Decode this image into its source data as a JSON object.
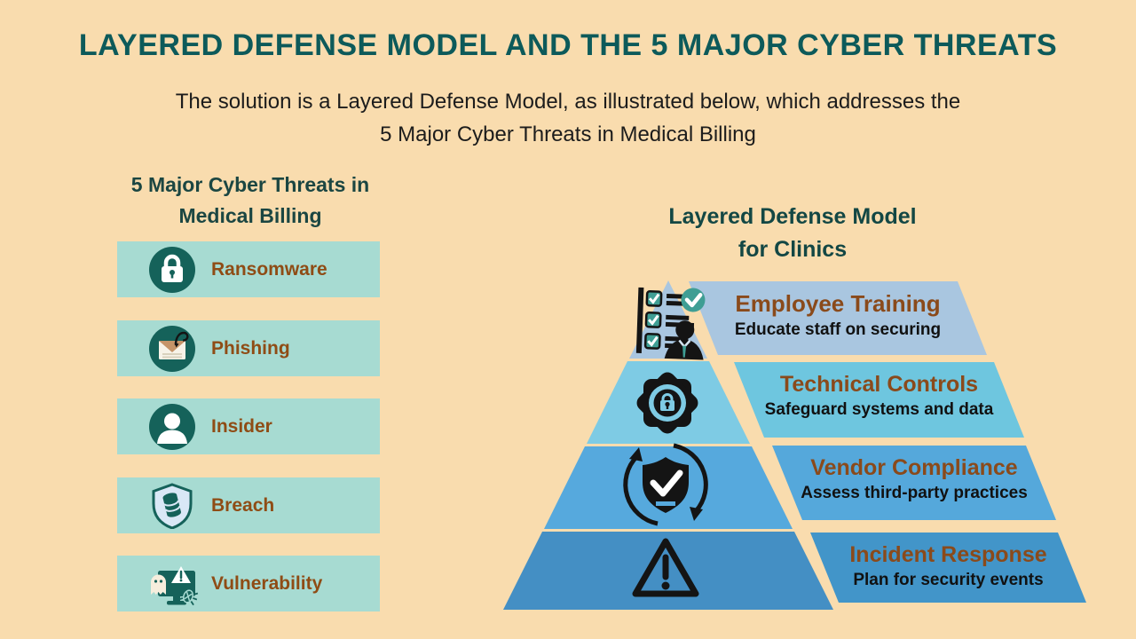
{
  "page": {
    "title": "LAYERED DEFENSE MODEL AND THE 5 MAJOR CYBER THREATS",
    "subtitle_line1": "The solution is a Layered Defense Model, as illustrated below, which addresses the",
    "subtitle_line2": "5 Major Cyber Threats in Medical Billing"
  },
  "threats_panel": {
    "heading_line1": "5 Major Cyber Threats in",
    "heading_line2": "Medical Billing",
    "items": [
      {
        "label": "Ransomware",
        "icon": "padlock-icon"
      },
      {
        "label": "Phishing",
        "icon": "phishing-hook-envelope-icon"
      },
      {
        "label": "Insider",
        "icon": "insider-person-icon"
      },
      {
        "label": "Breach",
        "icon": "breach-shield-database-icon"
      },
      {
        "label": "Vulnerability",
        "icon": "vulnerability-monitor-icon"
      }
    ]
  },
  "defense_panel": {
    "heading_line1": "Layered Defense Model",
    "heading_line2": "for Clinics",
    "layers": [
      {
        "title": "Employee Training",
        "description": "Educate staff on securing",
        "icon": "training-checklist-icon",
        "layer_color": "#a9c6e0",
        "band_color": "#a9c6e0"
      },
      {
        "title": "Technical Controls",
        "description": "Safeguard systems and data",
        "icon": "gear-lock-icon",
        "layer_color": "#7ecbe4",
        "band_color": "#6ec6df"
      },
      {
        "title": "Vendor Compliance",
        "description": "Assess third-party practices",
        "icon": "shield-check-refresh-icon",
        "layer_color": "#56a9dd",
        "band_color": "#55a8db"
      },
      {
        "title": "Incident Response",
        "description": "Plan for security events",
        "icon": "warning-triangle-icon",
        "layer_color": "#448fc4",
        "band_color": "#4295c9"
      }
    ]
  },
  "colors": {
    "background": "#f9dcae",
    "title_teal": "#0d5a5a",
    "heading_dark_teal": "#1b4642",
    "threat_box_bg": "#a7dbd2",
    "threat_icon_teal": "#15625a",
    "threat_label_brown": "#8f4c15",
    "band_title_brown": "#8a4a1b",
    "pyramid_icon_black": "#141414"
  }
}
